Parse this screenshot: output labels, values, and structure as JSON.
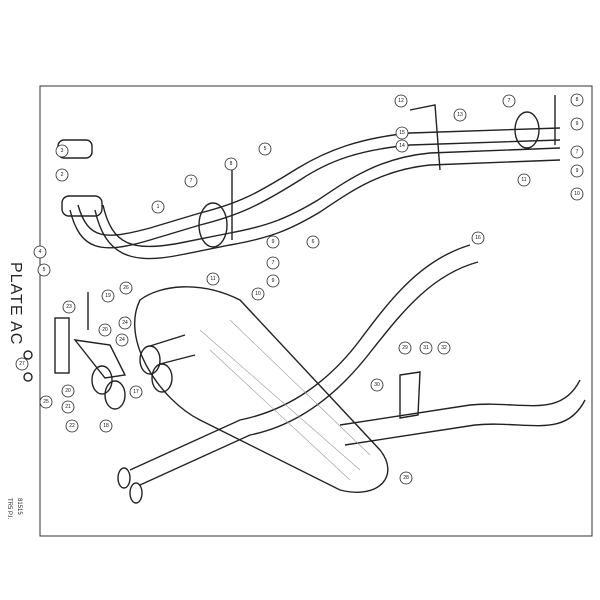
{
  "plate_title": "PLATE AC",
  "plate_code": "TR5 P.I.",
  "plate_number": "81515",
  "callouts": [
    {
      "n": "3"
    },
    {
      "n": "2"
    },
    {
      "n": "1"
    },
    {
      "n": "4"
    },
    {
      "n": "5"
    },
    {
      "n": "8"
    },
    {
      "n": "7"
    },
    {
      "n": "5"
    },
    {
      "n": "9"
    },
    {
      "n": "6"
    },
    {
      "n": "7"
    },
    {
      "n": "11"
    },
    {
      "n": "10"
    },
    {
      "n": "9"
    },
    {
      "n": "12"
    },
    {
      "n": "13"
    },
    {
      "n": "15"
    },
    {
      "n": "14"
    },
    {
      "n": "7"
    },
    {
      "n": "8"
    },
    {
      "n": "9"
    },
    {
      "n": "7"
    },
    {
      "n": "9"
    },
    {
      "n": "11"
    },
    {
      "n": "10"
    },
    {
      "n": "16"
    },
    {
      "n": "28"
    },
    {
      "n": "29"
    },
    {
      "n": "31"
    },
    {
      "n": "32"
    },
    {
      "n": "30"
    },
    {
      "n": "23"
    },
    {
      "n": "19"
    },
    {
      "n": "26"
    },
    {
      "n": "24"
    },
    {
      "n": "20"
    },
    {
      "n": "24"
    },
    {
      "n": "17"
    },
    {
      "n": "18"
    },
    {
      "n": "20"
    },
    {
      "n": "21"
    },
    {
      "n": "22"
    },
    {
      "n": "25"
    },
    {
      "n": "27"
    }
  ]
}
